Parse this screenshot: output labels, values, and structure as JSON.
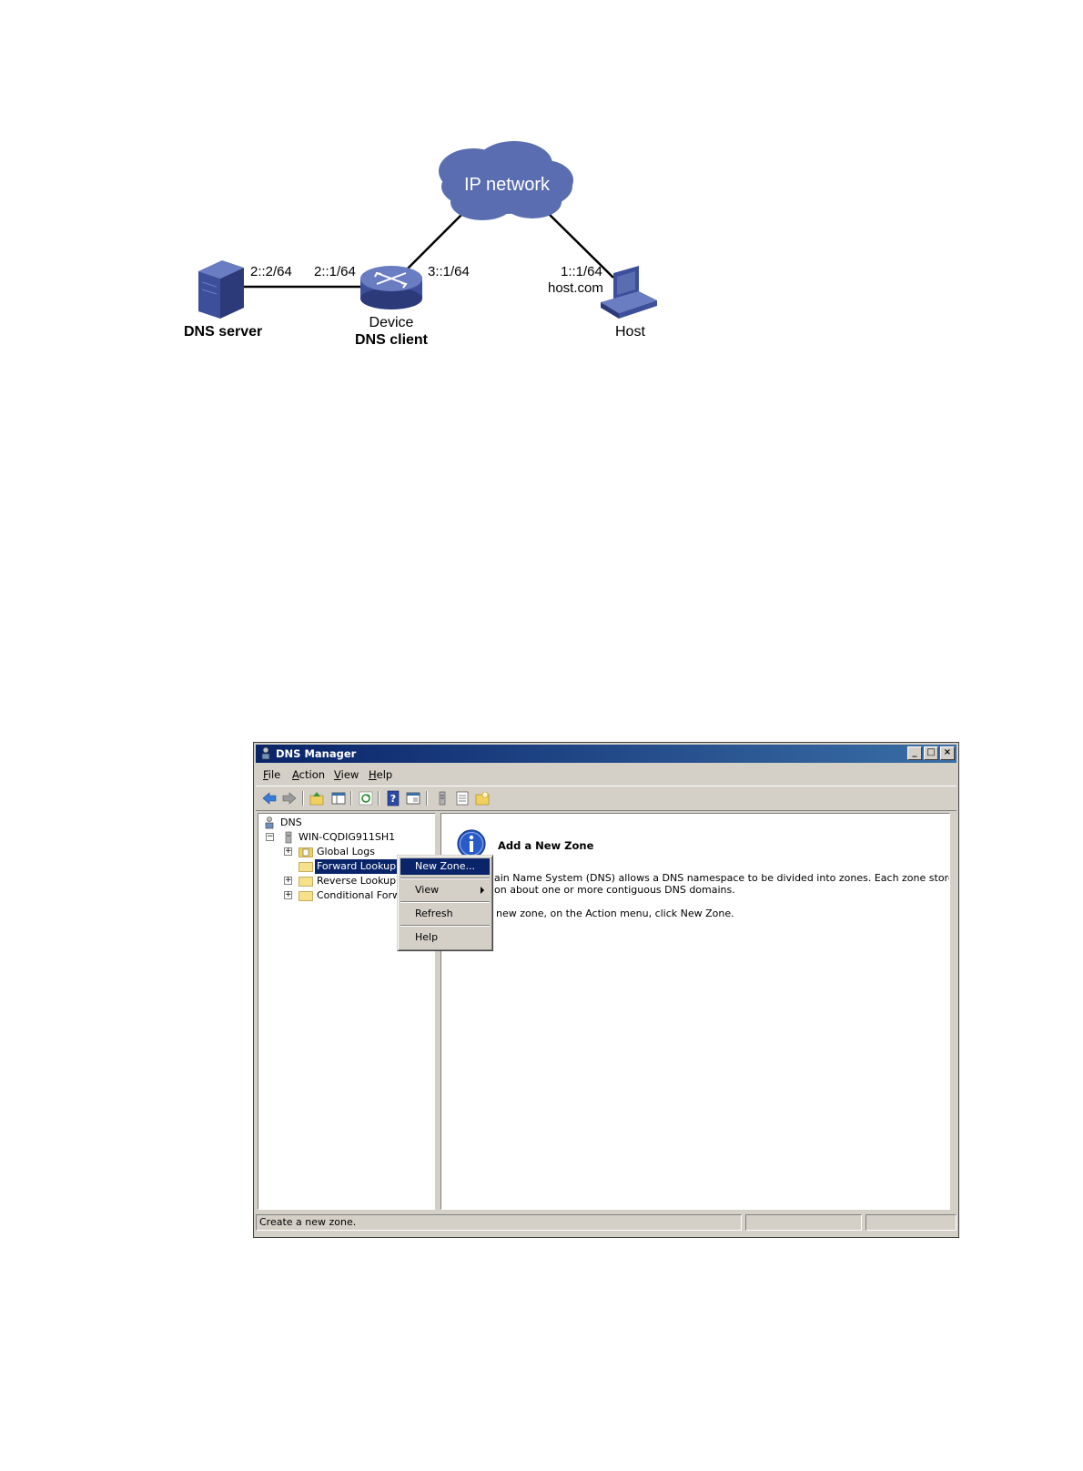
{
  "diagram": {
    "cloud_label": "IP network",
    "dns_server_label": "DNS server",
    "device_label": "Device",
    "dns_client_label": "DNS client",
    "host_label": "Host",
    "server_ip": "2::2/64",
    "device_left_ip": "2::1/64",
    "device_right_ip": "3::1/64",
    "host_ip": "1::1/64",
    "host_name": "host.com",
    "colors": {
      "device_blue": "#3d4f9b",
      "cloud_blue": "#5a6db0"
    }
  },
  "window": {
    "title": "DNS Manager",
    "menu": [
      {
        "hot": "F",
        "rest": "ile"
      },
      {
        "hot": "A",
        "rest": "ction"
      },
      {
        "hot": "V",
        "rest": "iew"
      },
      {
        "hot": "H",
        "rest": "elp"
      }
    ],
    "toolbar_icons": [
      "back-icon",
      "forward-icon",
      "up-folder-icon",
      "show-hide-tree-icon",
      "refresh-icon",
      "help-icon",
      "properties-icon",
      "server-icon",
      "list-icon",
      "folder-new-icon"
    ],
    "tree": {
      "root": "DNS",
      "server": "WIN-CQDIG911SH1",
      "items": [
        "Global Logs",
        "Forward Lookup Zones",
        "Reverse Lookup Zo",
        "Conditional Forwar"
      ]
    },
    "context_menu": {
      "items": [
        "New Zone...",
        "View",
        "Refresh",
        "Help"
      ]
    },
    "right_pane": {
      "heading": "Add a New Zone",
      "line1": "ain Name System (DNS) allows a DNS namespace to be divided into zones. Each zone stores",
      "line2": "on about one or more contiguous DNS domains.",
      "line3": "new zone, on the Action menu, click New Zone."
    },
    "status_text": "Create a new zone."
  }
}
